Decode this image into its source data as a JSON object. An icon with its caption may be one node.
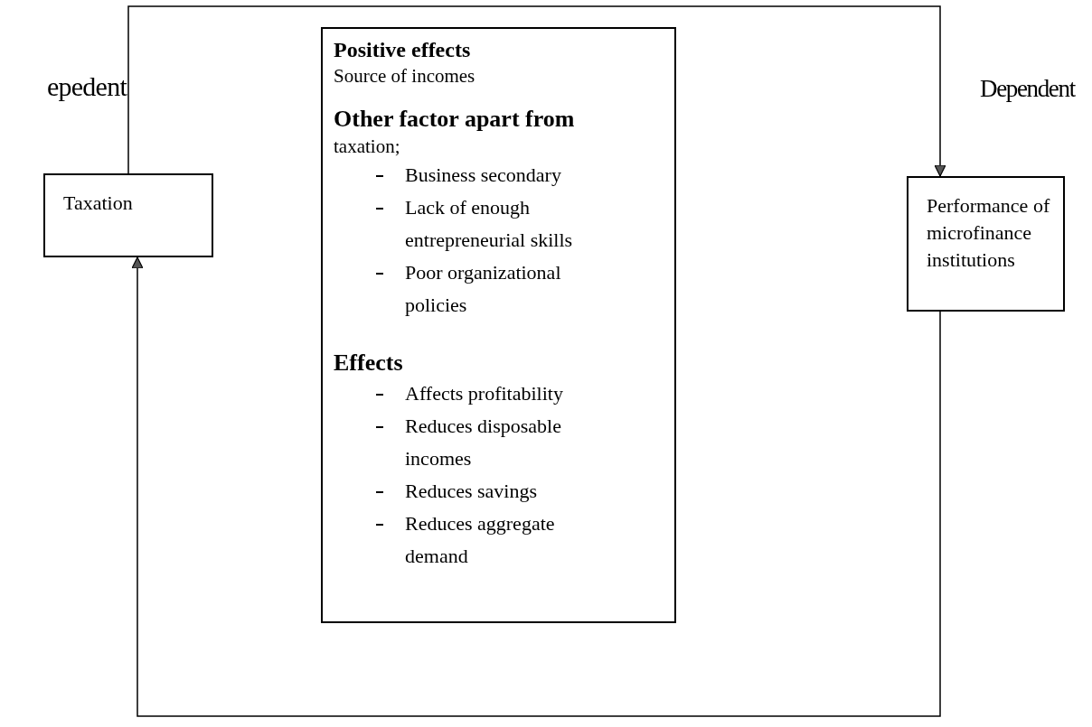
{
  "diagram": {
    "nodes": [
      {
        "text": [
          "Taxation"
        ]
      },
      {
        "text": [
          "Positive effects",
          "Source of incomes",
          "Other factor apart from",
          "taxation;",
          "Business secondary",
          "Lack of enough entrepreneurial skills",
          "Poor organizational policies",
          "Effects",
          "Affects profitability",
          "Reduces disposable incomes",
          "Reduces savings",
          "Reduces aggregate demand"
        ]
      },
      {
        "text": [
          "Performance of microfinance institutions"
        ]
      }
    ],
    "edges": [
      {
        "from": 0,
        "to": 2,
        "arrow": "to"
      },
      {
        "from": 2,
        "to": 0,
        "arrow": "to"
      }
    ],
    "labels": [
      "epedent",
      "Dependent"
    ]
  }
}
